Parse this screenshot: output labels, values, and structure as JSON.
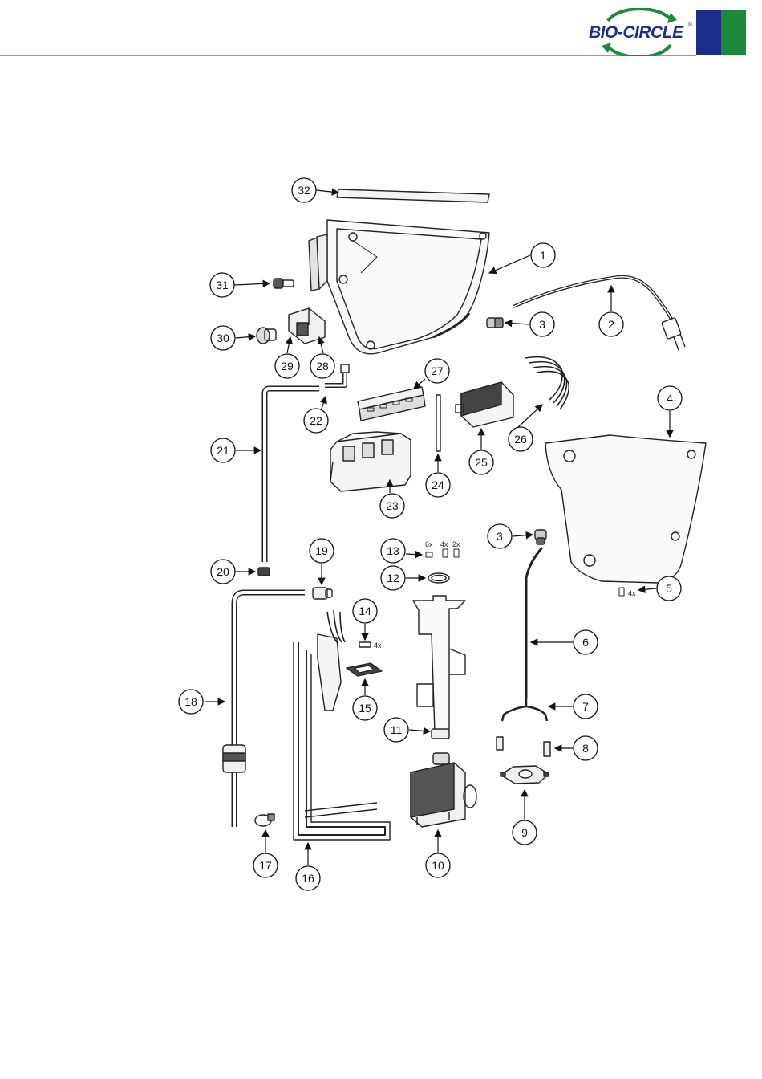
{
  "brand": {
    "name": "BIO-CIRCLE",
    "registered": "®",
    "colors": {
      "blue": "#1c2e8c",
      "green": "#1b8a3a",
      "rule": "#9a9a9a"
    }
  },
  "callouts": [
    {
      "id": "c32",
      "label": "32"
    },
    {
      "id": "c1",
      "label": "1"
    },
    {
      "id": "c31",
      "label": "31"
    },
    {
      "id": "c3a",
      "label": "3"
    },
    {
      "id": "c2",
      "label": "2"
    },
    {
      "id": "c30",
      "label": "30"
    },
    {
      "id": "c29",
      "label": "29"
    },
    {
      "id": "c28",
      "label": "28"
    },
    {
      "id": "c27",
      "label": "27"
    },
    {
      "id": "c22",
      "label": "22"
    },
    {
      "id": "c21",
      "label": "21"
    },
    {
      "id": "c26",
      "label": "26"
    },
    {
      "id": "c25",
      "label": "25"
    },
    {
      "id": "c4",
      "label": "4"
    },
    {
      "id": "c24",
      "label": "24"
    },
    {
      "id": "c23",
      "label": "23"
    },
    {
      "id": "c3b",
      "label": "3"
    },
    {
      "id": "c13",
      "label": "13"
    },
    {
      "id": "c12",
      "label": "12"
    },
    {
      "id": "c19",
      "label": "19"
    },
    {
      "id": "c20",
      "label": "20"
    },
    {
      "id": "c5",
      "label": "5"
    },
    {
      "id": "c14",
      "label": "14"
    },
    {
      "id": "c6",
      "label": "6"
    },
    {
      "id": "c15",
      "label": "15"
    },
    {
      "id": "c18",
      "label": "18"
    },
    {
      "id": "c7",
      "label": "7"
    },
    {
      "id": "c11",
      "label": "11"
    },
    {
      "id": "c8",
      "label": "8"
    },
    {
      "id": "c9",
      "label": "9"
    },
    {
      "id": "c17",
      "label": "17"
    },
    {
      "id": "c10",
      "label": "10"
    },
    {
      "id": "c16",
      "label": "16"
    }
  ],
  "quantities": {
    "q13a": "6x",
    "q13b": "4x",
    "q13c": "2x",
    "q14": "4x",
    "q5": "4x"
  }
}
